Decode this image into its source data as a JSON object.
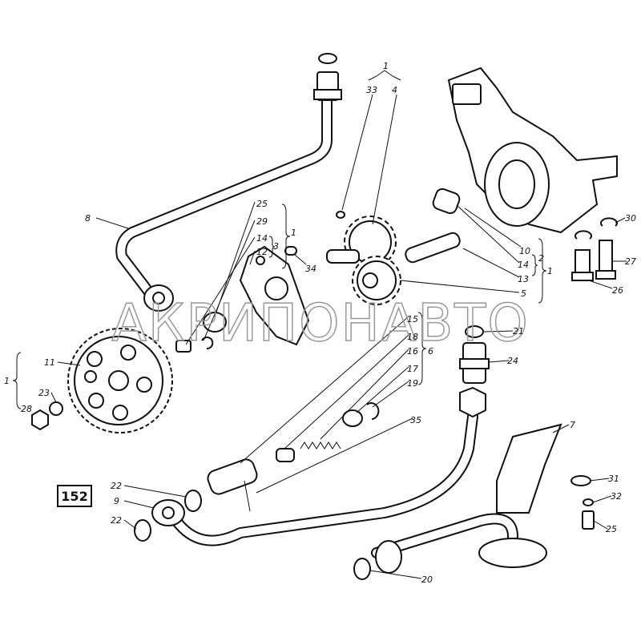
{
  "figure_number": "152",
  "watermark": "АКРИПОНАВТО",
  "labels": {
    "l1_top": "1",
    "l33": "33",
    "l4": "4",
    "l25a": "25",
    "l29": "29",
    "l14a": "14",
    "l3": "3",
    "l12": "12",
    "l1_mid": "1",
    "l34": "34",
    "l8": "8",
    "l10": "10",
    "l14b": "14",
    "l2": "2",
    "l13": "13",
    "l1_right": "1",
    "l5": "5",
    "l30": "30",
    "l27": "27",
    "l26": "26",
    "l11": "11",
    "l1_left": "1",
    "l23": "23",
    "l28": "28",
    "l21": "21",
    "l24": "24",
    "l15": "15",
    "l18": "18",
    "l16": "16",
    "l6": "6",
    "l17": "17",
    "l19": "19",
    "l35": "35",
    "l7": "7",
    "l31": "31",
    "l32": "32",
    "l25b": "25",
    "l22a": "22",
    "l9": "9",
    "l22b": "22",
    "l20": "20"
  }
}
